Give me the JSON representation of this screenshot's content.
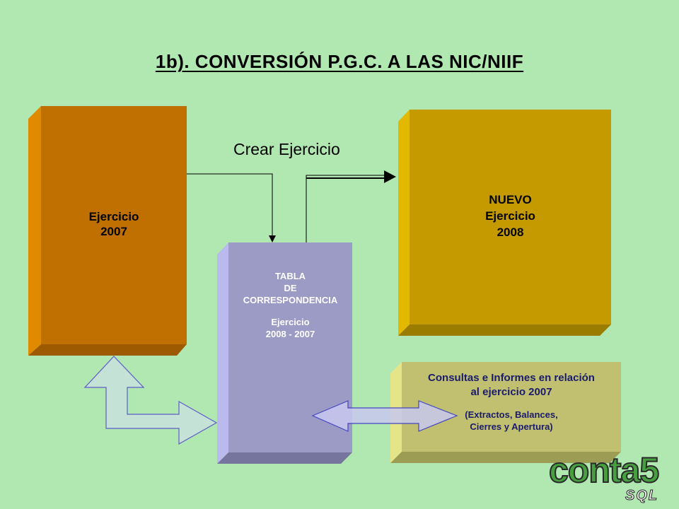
{
  "title": "1b).  CONVERSIÓN P.G.C. A LAS NIC/NIIF",
  "crear_label": "Crear Ejercicio",
  "boxes": {
    "ejercicio_2007": {
      "line1": "Ejercicio",
      "line2": "2007"
    },
    "nuevo_2008": {
      "line1": "NUEVO",
      "line2": "Ejercicio",
      "line3": "2008"
    },
    "tabla": {
      "line1": "TABLA",
      "line2": "DE",
      "line3": "CORRESPONDENCIA",
      "line4": "Ejercicio",
      "line5": "2008 - 2007"
    },
    "consultas": {
      "line1": "Consultas e Informes en relación",
      "line2": "al ejercicio 2007",
      "line3": "(Extractos, Balances,",
      "line4": "Cierres y Apertura)"
    }
  },
  "logo": {
    "main": "conta5",
    "sub": "SQL"
  },
  "colors": {
    "background": "#b1e8b1",
    "box_2007": "#c07000",
    "box_2008": "#c49a00",
    "tabla": "#9b9bc6",
    "consultas": "#c0c070",
    "text_blue": "#1a1a6e"
  }
}
